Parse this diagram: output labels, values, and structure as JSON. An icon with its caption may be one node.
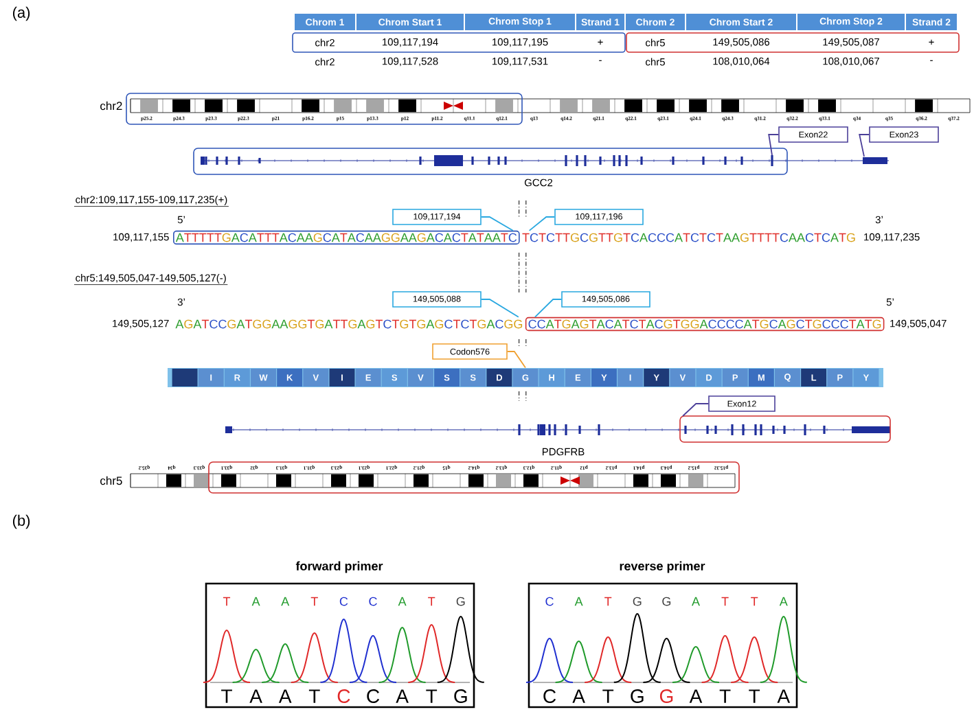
{
  "diagram": {
    "nodes": [
      {
        "text": [
          "chr2",
          "109,117,194",
          "109,117,195",
          "+"
        ]
      },
      {
        "text": [
          "chr5",
          "149,505,086",
          "149,505,087",
          "+"
        ]
      },
      {
        "text": [
          "Exon22"
        ]
      },
      {
        "text": [
          "Exon23"
        ]
      },
      {
        "text": [
          "109,117,194"
        ]
      },
      {
        "text": [
          "109,117,196"
        ]
      },
      {
        "text": [
          "ATTTTTGACATTTACAAGCATACAAGGAAGACACTATAATC"
        ]
      },
      {
        "text": [
          "149,505,088"
        ]
      },
      {
        "text": [
          "149,505,086"
        ]
      },
      {
        "text": [
          "CCATGAGTACATCTACGTGGACCCCATGCAGCTGCCCTATG"
        ]
      },
      {
        "text": [
          "Codon576"
        ]
      },
      {
        "text": [
          "Exon12"
        ]
      },
      {
        "text": [
          "I",
          "R",
          "W",
          "K",
          "V",
          "I",
          "E",
          "S",
          "V",
          "S",
          "S",
          "D",
          "G",
          "H",
          "E",
          "Y",
          "I",
          "Y",
          "V",
          "D",
          "P",
          "M",
          "Q",
          "L",
          "P",
          "Y"
        ]
      }
    ],
    "edges": [
      {
        "from": 2,
        "to": null,
        "arrow": "none",
        "color": "#4b3f99"
      },
      {
        "from": 3,
        "to": null,
        "arrow": "none",
        "color": "#4b3f99"
      },
      {
        "from": 4,
        "to": 6,
        "arrow": "none"
      },
      {
        "from": 5,
        "to": 6,
        "arrow": "none"
      },
      {
        "from": 7,
        "to": 9,
        "arrow": "none"
      },
      {
        "from": 8,
        "to": 9,
        "arrow": "none"
      },
      {
        "from": 10,
        "to": 12,
        "arrow": "none",
        "color": "#f0a030"
      },
      {
        "from": 11,
        "to": null,
        "arrow": "none",
        "color": "#4b3f99"
      }
    ],
    "labels": [
      "(a)",
      "Chrom 1",
      "Chrom Start 1",
      "Chrom Stop 1",
      "Strand 1",
      "Chrom 2",
      "Chrom Start 2",
      "Chrom Stop 2",
      "Strand 2",
      "chr2",
      "109,117,528",
      "109,117,531",
      "-",
      "chr5",
      "108,010,064",
      "108,010,067",
      "-",
      "chr2",
      "p25.2",
      "p24.3",
      "p23.3",
      "p22.3",
      "p21",
      "p16.2",
      "p15",
      "p13.3",
      "p12",
      "p11.2",
      "q11.1",
      "q12.1",
      "q13",
      "q14.2",
      "q21.1",
      "q22.1",
      "q23.1",
      "q24.1",
      "q24.3",
      "q31.2",
      "q32.2",
      "q33.1",
      "q34",
      "q35",
      "q36.2",
      "q37.2",
      "GCC2",
      "chr2:109,117,155-109,117,235(+)",
      "5’",
      "3’",
      "109,117,155",
      "TCTCTTGCGTTGTCACCCATCTCTAAGTTTTCAACTCATG",
      "109,117,235",
      "chr5:149,505,047-149,505,127(-)",
      "3’",
      "5’",
      "149,505,127",
      "AGATCCGATGGAAGGTGATTGAGTCTGTGAGCTCTGACGG",
      "149,505,047",
      "PDGFRB",
      "chr5",
      "q35.2",
      "q34",
      "q33.3",
      "q33.1",
      "q32",
      "q31.3",
      "q31.1",
      "q23.3",
      "q23.1",
      "q22.1",
      "q21.2",
      "q15",
      "q14.2",
      "q13.2",
      "q12.3",
      "q11.2",
      "p12",
      "p13.2",
      "p14.1",
      "p14.3",
      "p15.2",
      "p15.32",
      "(b)",
      "forward primer",
      "reverse primer",
      "T",
      "A",
      "A",
      "T",
      "C",
      "C",
      "A",
      "T",
      "G",
      "C",
      "A",
      "T",
      "G",
      "G",
      "A",
      "T",
      "T",
      "A",
      "T",
      "A",
      "A",
      "T",
      "C",
      "C",
      "A",
      "T",
      "G",
      "C",
      "A",
      "T",
      "G",
      "G",
      "A",
      "T",
      "T",
      "A"
    ]
  }
}
